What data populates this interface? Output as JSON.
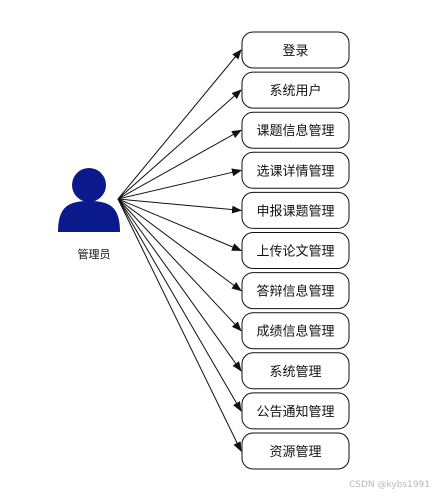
{
  "actor": {
    "label": "管理员",
    "icon": "user-icon",
    "color": "#0a1a8c"
  },
  "use_cases": [
    {
      "id": "login",
      "label": "登录"
    },
    {
      "id": "system-users",
      "label": "系统用户"
    },
    {
      "id": "topic-info",
      "label": "课题信息管理"
    },
    {
      "id": "course-selection",
      "label": "选课详情管理"
    },
    {
      "id": "topic-application",
      "label": "申报课题管理"
    },
    {
      "id": "paper-upload",
      "label": "上传论文管理"
    },
    {
      "id": "defense-info",
      "label": "答辩信息管理"
    },
    {
      "id": "grade-info",
      "label": "成绩信息管理"
    },
    {
      "id": "system-management",
      "label": "系统管理"
    },
    {
      "id": "notice",
      "label": "公告通知管理"
    },
    {
      "id": "resources",
      "label": "资源管理"
    }
  ],
  "watermark": "CSDN @kybs1991"
}
